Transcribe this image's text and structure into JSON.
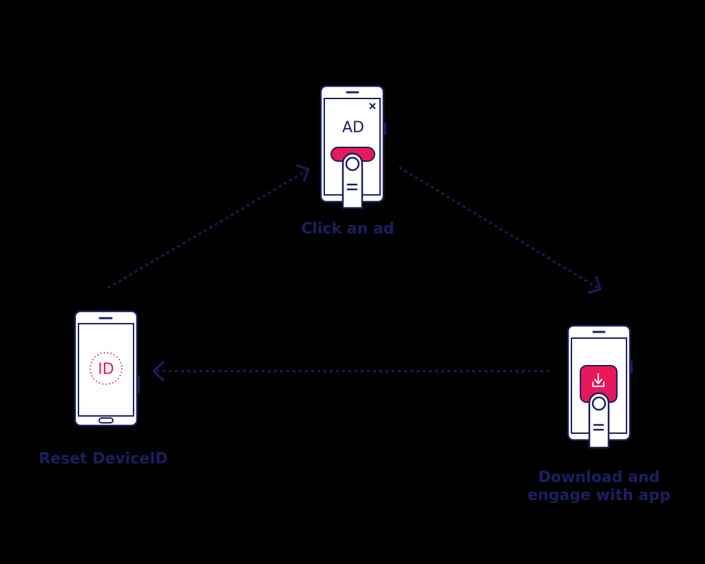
{
  "steps": {
    "click_ad": {
      "label": "Click an ad",
      "screen_text": "AD"
    },
    "download": {
      "label_line1": "Download and",
      "label_line2": "engage with app"
    },
    "reset": {
      "label": "Reset DeviceID",
      "screen_text": "ID"
    }
  },
  "colors": {
    "background": "#000000",
    "navy": "#1b1f5e",
    "accent_pink": "#e8185b",
    "screen_fill": "#ffffff"
  },
  "icons": [
    "close-icon",
    "download-icon",
    "finger-icon",
    "smartphone-icon",
    "dotted-circle-icon"
  ]
}
